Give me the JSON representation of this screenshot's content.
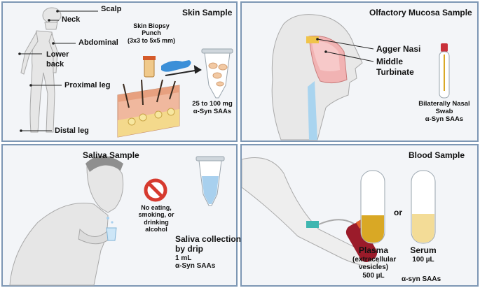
{
  "skin": {
    "title": "Skin Sample",
    "sites": [
      "Scalp",
      "Neck",
      "Abdominal",
      "Lower",
      "back",
      "Proximal leg",
      "Distal leg"
    ],
    "punch": [
      "Skin Biopsy",
      "Punch",
      "(3x3 to 5x5 mm)"
    ],
    "amount": [
      "25 to 100 mg",
      "α-Syn  SAAs"
    ]
  },
  "olfactory": {
    "title": "Olfactory Mucosa Sample",
    "labels": [
      "Agger Nasi",
      "Middle",
      "Turbinate"
    ],
    "swab": [
      "Bilaterally Nasal",
      "Swab",
      "α-Syn  SAAs"
    ]
  },
  "saliva": {
    "title": "Saliva Sample",
    "warning": [
      "No eating,",
      "smoking, or",
      "drinking",
      "alcohol"
    ],
    "collection": [
      "Saliva collection",
      "by drip",
      "1 mL",
      "α-Syn  SAAs"
    ]
  },
  "blood": {
    "title": "Blood Sample",
    "or": "or",
    "plasma": [
      "Plasma",
      "(extracellular",
      "vesicles)",
      "500 µL"
    ],
    "serum": [
      "Serum",
      "100 µL"
    ],
    "footer": "α-syn SAAs"
  },
  "colors": {
    "panel_border": "#7d97b4",
    "panel_bg": "#f3f5f8",
    "plasma": "#d9a825",
    "serum": "#f3dc97",
    "blood": "#9b1b2a",
    "saliva": "#a8d0ee",
    "no_sign": "#d63a2f"
  }
}
